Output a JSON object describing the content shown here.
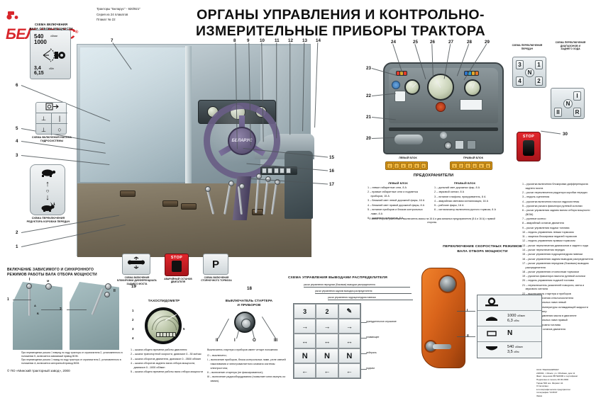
{
  "header": {
    "brand": "БЕЛАРУС",
    "brand_reg": "®",
    "meta_line1": "Тракторы \"Беларус\" - 920/921\"",
    "meta_line2": "Серия из 24 плакатов",
    "meta_line3": "Плакат № 22",
    "title_line1": "ОРГАНЫ УПРАВЛЕНИЯ И КОНТРОЛЬНО-",
    "title_line2": "ИЗМЕРИТЕЛЬНЫЕ ПРИБОРЫ ТРАКТОРА"
  },
  "placards": {
    "pto_scheme": {
      "caption_line1": "СХЕМА ВКЛЮЧЕНИЯ",
      "caption_line2": "ВАЛА ОТБОРА МОЩНОСТИ",
      "top_value": "540",
      "top_value2": "1000",
      "top_unit": "об/мин",
      "bottom_value": "3,4",
      "bottom_value2": "6,15",
      "bottom_unit": "об/м"
    },
    "hydro_pump": {
      "caption_line1": "СХЕМА ВКЛЮЧЕНИЯ НАСОСА",
      "caption_line2": "ГИДРОСИСТЕМЫ"
    },
    "gearbox_reducer": {
      "caption_line1": "СХЕМА ПЕРЕКЛЮЧЕНИЯ",
      "caption_line2": "РЕДУКТОРА КОРОБКИ ПЕРЕДАЧ"
    },
    "diff_lock": {
      "caption_line1": "СХЕМА ВКЛЮЧЕНИЯ",
      "caption_line2": "БЛОКИРОВКИ ДИФФЕРЕНЦИАЛА",
      "caption_line3": "ЗАДНЕГО МОСТА"
    },
    "stop_engine": {
      "caption_line1": "АВАРИЙНЫЙ ОСТАНОВ",
      "caption_line2": "ДВИГАТЕЛЯ",
      "label": "STOP"
    },
    "park_brake": {
      "caption_line1": "СХЕМА ВКЛЮЧЕНИЯ",
      "caption_line2": "СТОЯНОЧНОГО ТОРМОЗА",
      "symbol": "P"
    }
  },
  "gear_schemes": {
    "forward": {
      "caption_line1": "СХЕМА ПЕРЕКЛЮЧЕНИЯ",
      "caption_line2": "ПЕРЕДАЧ",
      "cells": [
        "3",
        "1",
        "N",
        "4",
        "2"
      ]
    },
    "range": {
      "caption_line1": "СХЕМА ПЕРЕКЛЮЧЕНИЯ",
      "caption_line2": "ДИАПАЗОНОВ И",
      "caption_line3": "ЗАДНЕГО ХОДА",
      "cells": [
        "I",
        "N",
        "II",
        "R"
      ]
    }
  },
  "fuses": {
    "title": "ПРЕДОХРАНИТЕЛИ",
    "left_block_label": "ЛЕВЫЙ БЛОК",
    "right_block_label": "ПРАВЫЙ БЛОК",
    "left_strip_label": "ЛЕВЫЙ БЛОК",
    "right_strip_label": "ПРАВЫЙ БЛОК",
    "strip_numbers": [
      "1",
      "2",
      "3",
      "4",
      "5",
      "6"
    ],
    "left_items": [
      "1 – левые габаритные огни, 8 А",
      "2 – правые габаритные огни и подсветка приборов, 15 А",
      "3 – ближний свет левой дорожной фары, 16 А",
      "4 – ближний свет правой дорожной фары, 8 А",
      "5 – питание приборов и блоков контрольных ламп, 8 А",
      "6 – указатели поворотов, 8 А"
    ],
    "right_items": [
      "1 – дальний свет дорожных фар, 8 А",
      "2 – звуковой сигнал, 8 А",
      "3 – питание плафона, прикуриватель, 8 А",
      "4 – аварийная световая сигнализация, 16 А",
      "5 – рабочие фары, 16 А",
      "6 – сигнализатор включения ручного тормоза, 8 А"
    ],
    "note": "С левой стороны расположен выключатель массы на 16 А и два запасных предохранителя (8 А и 16 А) с правой стороны."
  },
  "pto_modes": {
    "title_line1": "ВКЛЮЧЕНИЕ ЗАВИСИМОГО И СИНХРОННОГО",
    "title_line2": "РЕЖИМОВ РАБОТЫ ВАЛА ОТБОРА МОЩНОСТИ",
    "markers": [
      "1",
      "2",
      "I",
      "II",
      "A",
      "Б",
      "М"
    ],
    "note_line1": "При перемещении рычага 1 вперед по ходу трактора от ограничителя 2, установленного в положении Б, включается зависимый привод ВОМ.",
    "note_line2": "При перемещении рычага 1 назад по ходу трактора от ограничителя 2, установленного в положении А, включается синхронный привод ВОМ."
  },
  "tachometer": {
    "title": "ТАХОСПИДОМЕТР",
    "callouts": [
      "1",
      "2",
      "3",
      "4",
      "5"
    ],
    "items": [
      "1 – шкала общего времени работы двигателя",
      "2 – шкала транспортной скорости, диапазон 0...30 км/час",
      "3 – шкала оборотов двигателя, диапазон 0...3500 об/мин",
      "4 – шкала оборотов заднего вала отбора мощности, диапазон 0...1000 об/мин",
      "5 – шкала общего времени работы вала отбора мощности"
    ]
  },
  "ignition": {
    "title_line1": "ВЫКЛЮЧАТЕЛЬ СТАРТЕРА",
    "title_line2": "И ПРИБОРОВ",
    "positions": [
      "II",
      "I",
      "O",
      "III"
    ],
    "desc": "Выключатель стартера и приборов имеет четыре положения:",
    "items": [
      "O – выключено;",
      "I – включение приборов, блока контрольных ламп, реле свечей накаливания и электромагнитного клапана системы электростопа;",
      "II – включение стартера (не фиксированное);",
      "III – включение радиооборудования (позволяет ключ вынуть из замка)."
    ]
  },
  "distributor": {
    "title": "СХЕМА УПРАВЛЕНИЯ ВЫВОДАМИ РАСПРЕДЕЛИТЕЛЯ",
    "lead1": "рычаг управления передним (боковым) выводом распределителя",
    "lead2": "рычаг управления задним выводом распределителя",
    "lead3": "рычаг управления гидроцилиндром навески",
    "header_cells": [
      "3",
      "2",
      "✎"
    ],
    "rows": [
      {
        "cells": [
          "→",
          "→",
          "→"
        ],
        "label": "принудительное опускание"
      },
      {
        "cells": [
          "↔",
          "↔",
          "↔"
        ],
        "label": "плавающее"
      },
      {
        "cells": [
          "N",
          "N",
          "N"
        ],
        "label": "нейтраль"
      },
      {
        "cells": [
          "←",
          "←",
          "←"
        ],
        "label": "подъем"
      }
    ]
  },
  "pto_speed": {
    "title_line1": "ПЕРЕКЛЮЧЕНИЕ СКОРОСТНЫХ РЕЖИМОВ",
    "title_line2": "ВАЛА ОТБОРА МОЩНОСТИ",
    "markers": [
      "I",
      "II"
    ],
    "rows": [
      {
        "icon": "gear",
        "value": "",
        "unit": ""
      },
      {
        "icon": "pto-1000",
        "value": "1000",
        "unit": "об/мин",
        "value2": "6,3",
        "unit2": "об/м"
      },
      {
        "icon": "neutral",
        "value": "N",
        "unit": ""
      },
      {
        "icon": "pto-540",
        "value": "540",
        "unit": "об/мин",
        "value2": "3,5",
        "unit2": "об/м"
      }
    ]
  },
  "controls_legend": {
    "items": [
      "1 – рукоятка включения блокировки дифференциала заднего моста",
      "2 – рычаг переключения редуктора коробки передач",
      "3 – педаль сцепления",
      "4 – рукоятка включения насоса гидросистемы",
      "5 – рукоятка рычага фиксатора рулевой колонки",
      "6 – рычаг управления задним валом отбора мощности (ВОМ)",
      "7 – рулевое колесо",
      "8 – аварийный останов двигателя",
      "9 – рычаг управления подачи топлива",
      "10 – педаль управления левым тормозом",
      "11 – защелка блокировки педалей тормозов",
      "12 – педаль управления правым тормозом",
      "13 – рычаг переключения диапазонов и заднего хода",
      "14 – рычаг переключения передач",
      "15 – рычаг управления гидроцилиндром навески",
      "16 – рычаг управления задним выводом распределителя",
      "17 – рычаг управления передним (боковым) выводом распределителя",
      "18 – рычаг управления стояночным тормозом",
      "19 – рукоятка фиксатора наклона рулевой колонки",
      "20 – педаль управления подачей топлива",
      "21 – переключатель указателей поворота, света и звукового сигнала",
      "22 – выключатель стартера и приборов",
      "23 – кнопка включения стеклоочистителя",
      "24 – блок контрольных ламп левый",
      "25 – указатель температуры охлаждающей жидкости",
      "26 – тахоспидометр",
      "27 – указатель давления масла в двигателе",
      "28 – блок контрольных ламп правый",
      "29 – указатель уровня топлива",
      "30 – аварийный останов двигателя"
    ]
  },
  "footer": {
    "copyright": "© ПО «Минский тракторный завод», 2000"
  },
  "imprint": {
    "lines": [
      "ООО \"РЕКЛАМИНФО\"",
      "220004, г. Минск, ул. Обойная, дом 11",
      "Факс: лицензия ЛВ №0000 и сертификат",
      "Подписано в печать 00.00.2000",
      "Тираж 500 экз. Формат А1",
      "Отпечатано",
      "в полиграфическом предприятии",
      "типография \"СОЮЗ\"",
      "Заказ"
    ]
  },
  "callouts": {
    "left_top": [
      "7",
      "8",
      "9",
      "10",
      "11",
      "12",
      "13",
      "14"
    ],
    "left_side": [
      "6",
      "5",
      "4",
      "3",
      "2",
      "1"
    ],
    "right_side": [
      "15",
      "16",
      "17",
      "18",
      "19"
    ],
    "dash_top": [
      "24",
      "25",
      "26",
      "27",
      "28",
      "29"
    ],
    "dash_left": [
      "23",
      "22",
      "21",
      "20"
    ],
    "dash_right": [
      "30"
    ]
  }
}
